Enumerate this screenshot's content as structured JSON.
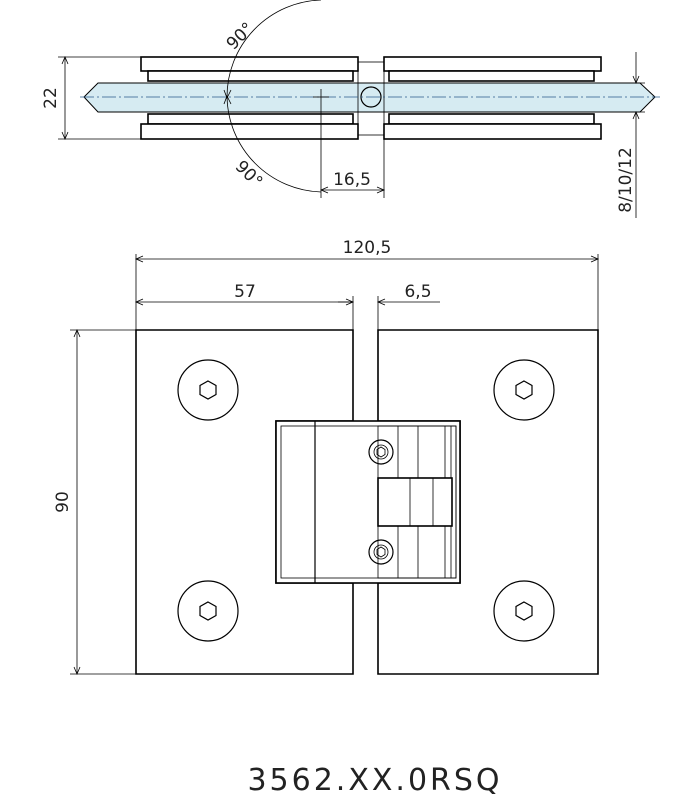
{
  "dimensions": {
    "glass_height": "22",
    "angle_top": "90°",
    "angle_bottom": "90°",
    "offset": "16,5",
    "glass_thickness": "8/10/12",
    "total_width": "120,5",
    "plate_width": "57",
    "gap": "6,5",
    "height": "90"
  },
  "product_code": "3562.XX.0RSQ",
  "colors": {
    "glass": "#d6ebf2",
    "centerline": "#2a5b8a",
    "line": "#000000"
  }
}
